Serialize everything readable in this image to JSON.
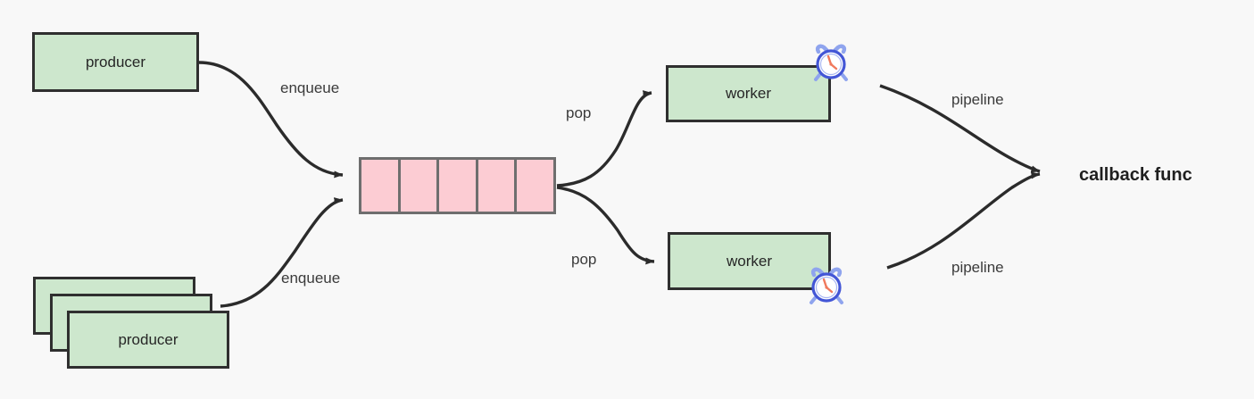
{
  "diagram": {
    "title": "producer-consumer queue pipeline",
    "background_color": "#f8f8f8",
    "colors": {
      "node_fill": "#cde7cd",
      "node_stroke": "#2f2f2f",
      "queue_fill": "#fcccd3",
      "queue_stroke": "#6e6e6e",
      "edge": "#2b2b2b",
      "label_text": "#3b3b3b",
      "terminal_text": "#1f1f1f",
      "clock_ring": "#5b6fe0",
      "clock_hand": "#f0795c"
    },
    "nodes": {
      "producer_single": {
        "label": "producer"
      },
      "producer_stack": {
        "label": "producer",
        "stack_count": 3
      },
      "queue": {
        "cells": 5
      },
      "worker_top": {
        "label": "worker",
        "icon": "alarm-clock-icon"
      },
      "worker_bottom": {
        "label": "worker",
        "icon": "alarm-clock-icon"
      },
      "callback": {
        "label": "callback func"
      }
    },
    "edges": [
      {
        "id": "enqueue-top",
        "label": "enqueue",
        "from": "producer_single",
        "to": "queue"
      },
      {
        "id": "enqueue-bottom",
        "label": "enqueue",
        "from": "producer_stack",
        "to": "queue"
      },
      {
        "id": "pop-top",
        "label": "pop",
        "from": "queue",
        "to": "worker_top"
      },
      {
        "id": "pop-bottom",
        "label": "pop",
        "from": "queue",
        "to": "worker_bottom"
      },
      {
        "id": "pipeline-top",
        "label": "pipeline",
        "from": "worker_top",
        "to": "callback"
      },
      {
        "id": "pipeline-bottom",
        "label": "pipeline",
        "from": "worker_bottom",
        "to": "callback"
      }
    ]
  }
}
